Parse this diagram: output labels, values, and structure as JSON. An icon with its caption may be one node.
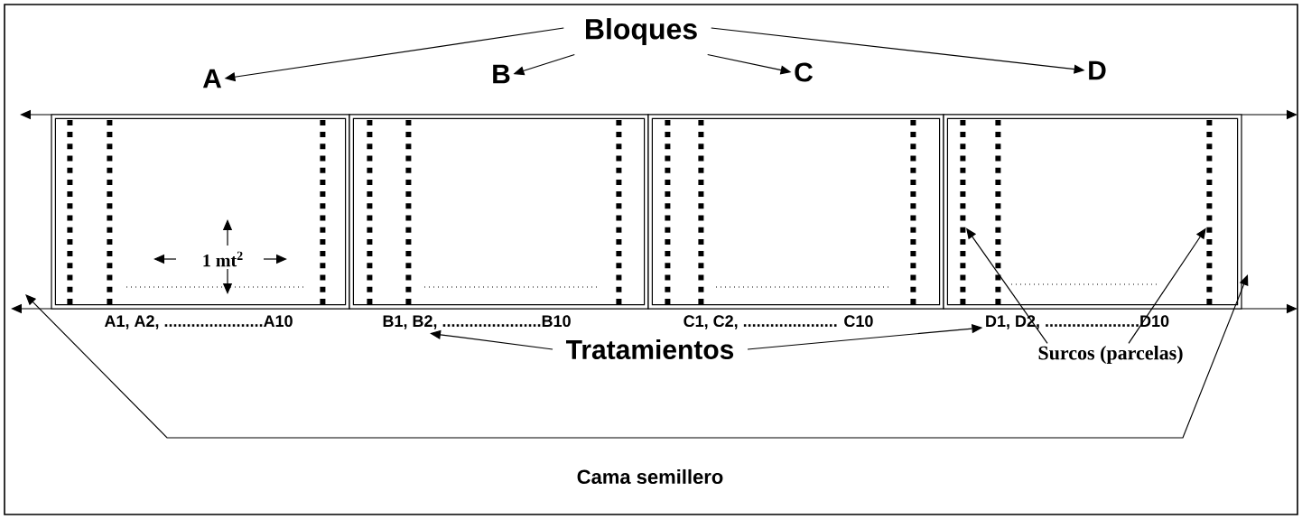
{
  "diagram": {
    "nodes": [
      {
        "text": [
          "Bloques"
        ]
      },
      {
        "text": [
          "A"
        ]
      },
      {
        "text": [
          "B"
        ]
      },
      {
        "text": [
          "C"
        ]
      },
      {
        "text": [
          "D"
        ]
      },
      {
        "text": [],
        "shape": "box"
      },
      {
        "text": [],
        "shape": "bar",
        "in": 5
      },
      {
        "text": [],
        "shape": "bar",
        "in": 5
      },
      {
        "text": [],
        "shape": "bar",
        "in": 5
      },
      {
        "text": [],
        "shape": "box"
      },
      {
        "text": [],
        "shape": "bar",
        "in": 9
      },
      {
        "text": [],
        "shape": "bar",
        "in": 9
      },
      {
        "text": [],
        "shape": "bar",
        "in": 9
      },
      {
        "text": [],
        "shape": "box"
      },
      {
        "text": [],
        "shape": "bar",
        "in": 13
      },
      {
        "text": [],
        "shape": "bar",
        "in": 13
      },
      {
        "text": [],
        "shape": "bar",
        "in": 13
      },
      {
        "text": [],
        "shape": "box"
      },
      {
        "text": [],
        "shape": "bar",
        "in": 17
      },
      {
        "text": [],
        "shape": "bar",
        "in": 17
      },
      {
        "text": [],
        "shape": "bar",
        "in": 17
      },
      {
        "text": [
          "A1, A2, ......................A10"
        ]
      },
      {
        "text": [
          "B1, B2, ......................B10"
        ]
      },
      {
        "text": [
          "C1, C2, ..................... C10"
        ]
      },
      {
        "text": [
          "D1, D2, .....................D10"
        ]
      },
      {
        "text": [
          "Tratamientos"
        ]
      },
      {
        "text": [
          "Surcos (parcelas)"
        ]
      },
      {
        "text": [
          "Cama semillero"
        ]
      }
    ],
    "edges": [
      {
        "from": 0,
        "to": 1,
        "arrow": "to"
      },
      {
        "from": 0,
        "to": 2,
        "arrow": "to"
      },
      {
        "from": 0,
        "to": 3,
        "arrow": "to"
      },
      {
        "from": 0,
        "to": 4,
        "arrow": "to"
      },
      {
        "from": 25,
        "to": 22,
        "arrow": "to"
      },
      {
        "from": 25,
        "to": 24,
        "arrow": "to"
      },
      {
        "from": 26,
        "to": 18,
        "arrow": "to"
      },
      {
        "from": 26,
        "to": 20,
        "arrow": "to"
      }
    ],
    "labels": [
      "1 mt$^{2}$"
    ]
  }
}
